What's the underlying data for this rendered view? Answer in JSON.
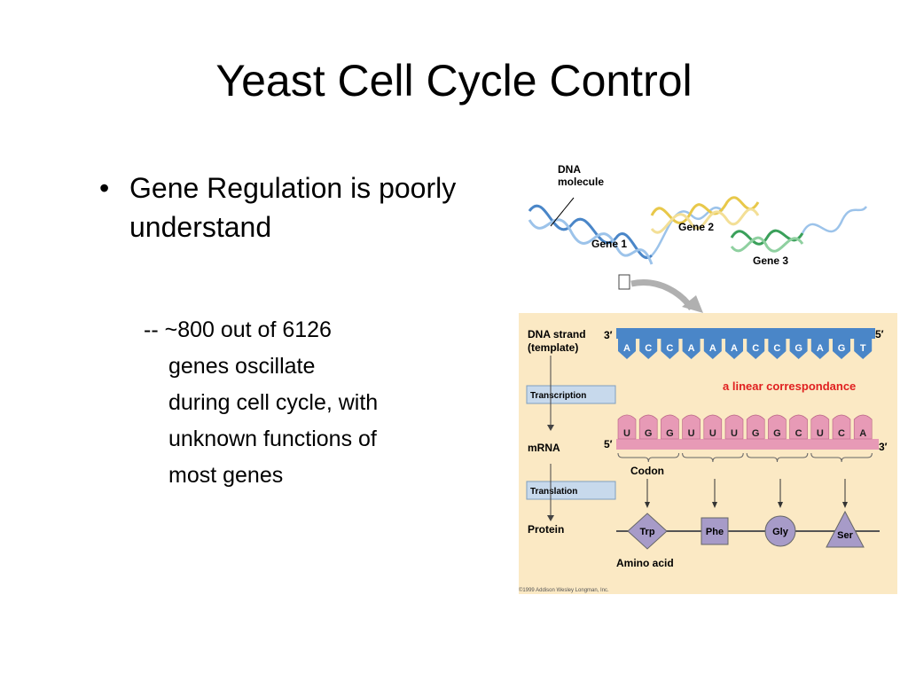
{
  "slide": {
    "title": "Yeast Cell Cycle Control",
    "bullet": "Gene Regulation is poorly understand",
    "sub_lines": [
      "-- ~800 out of 6126",
      "genes oscillate",
      "during cell cycle, with",
      "unknown functions of",
      "most genes"
    ]
  },
  "figure": {
    "dna_label": [
      "DNA",
      "molecule"
    ],
    "gene_labels": [
      "Gene 1",
      "Gene 2",
      "Gene 3"
    ],
    "strand_label": [
      "DNA strand",
      "(template)"
    ],
    "prime3": "3′",
    "prime5": "5′",
    "dna_bases": [
      "A",
      "C",
      "C",
      "A",
      "A",
      "A",
      "C",
      "C",
      "G",
      "A",
      "G",
      "T"
    ],
    "mrna_bases": [
      "U",
      "G",
      "G",
      "U",
      "U",
      "U",
      "G",
      "G",
      "C",
      "U",
      "C",
      "A"
    ],
    "transcription": "Transcription",
    "translation": "Translation",
    "mrna_label": "mRNA",
    "protein_label": "Protein",
    "codon_label": "Codon",
    "amino_acid_label": "Amino acid",
    "amino_acids": [
      "Trp",
      "Phe",
      "Gly",
      "Ser"
    ],
    "annotation": "a linear correspondance",
    "copyright": "©1999 Addison Wesley Longman, Inc.",
    "colors": {
      "panel_bg": "#fbe9c4",
      "dna_blue": "#4a86c8",
      "mrna_pink": "#e79ab6",
      "protein_purple": "#a79bc8",
      "gene2_yellow": "#e8c84a",
      "gene3_green": "#3aa05a",
      "annotation_red": "#e02020"
    }
  }
}
